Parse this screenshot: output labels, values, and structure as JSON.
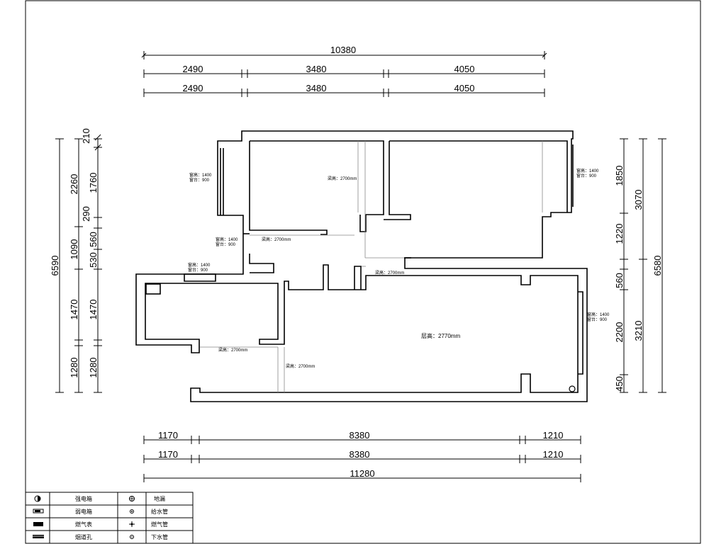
{
  "plan": {
    "dimensions": {
      "top_total": "10380",
      "top_row1": [
        "2490",
        "3480",
        "4050"
      ],
      "top_row2": [
        "2490",
        "3480",
        "4050"
      ],
      "bottom_row1": [
        "1170",
        "8380",
        "1210"
      ],
      "bottom_row2": [
        "1170",
        "8380",
        "1210"
      ],
      "bottom_total": "11280",
      "left_total": "6590",
      "left_mid": [
        "2260",
        "1090",
        "1470",
        "1280"
      ],
      "left_inner": [
        "210",
        "1760",
        "290",
        "560",
        "530",
        "1470",
        "1280"
      ],
      "right_total": "6580",
      "right_mid": [
        "3070",
        "3210"
      ],
      "right_inner": [
        "1850",
        "1220",
        "560",
        "2200",
        "450"
      ]
    },
    "ceiling_label": "层高：2770mm",
    "small_labels": [
      "梁高：2700mm",
      "梁高：2700mm",
      "梁高：2700mm",
      "梁高：2700mm",
      "梁高：2700mm"
    ],
    "window_labels": [
      "窗高：1400",
      "窗台：900"
    ]
  },
  "legend": {
    "rows": [
      {
        "left_icon": "distribution-box-icon",
        "left_label": "强电箱",
        "right_icon": "floor-drain-icon",
        "right_label": "地漏"
      },
      {
        "left_icon": "strong-box-icon",
        "left_label": "弱电箱",
        "right_icon": "water-supply-icon",
        "right_label": "给水管"
      },
      {
        "left_icon": "gas-meter-icon",
        "left_label": "燃气表",
        "right_icon": "gas-pipe-icon",
        "right_label": "燃气管"
      },
      {
        "left_icon": "vent-icon",
        "left_label": "烟道孔",
        "right_icon": "drain-icon",
        "right_label": "下水管"
      }
    ]
  }
}
